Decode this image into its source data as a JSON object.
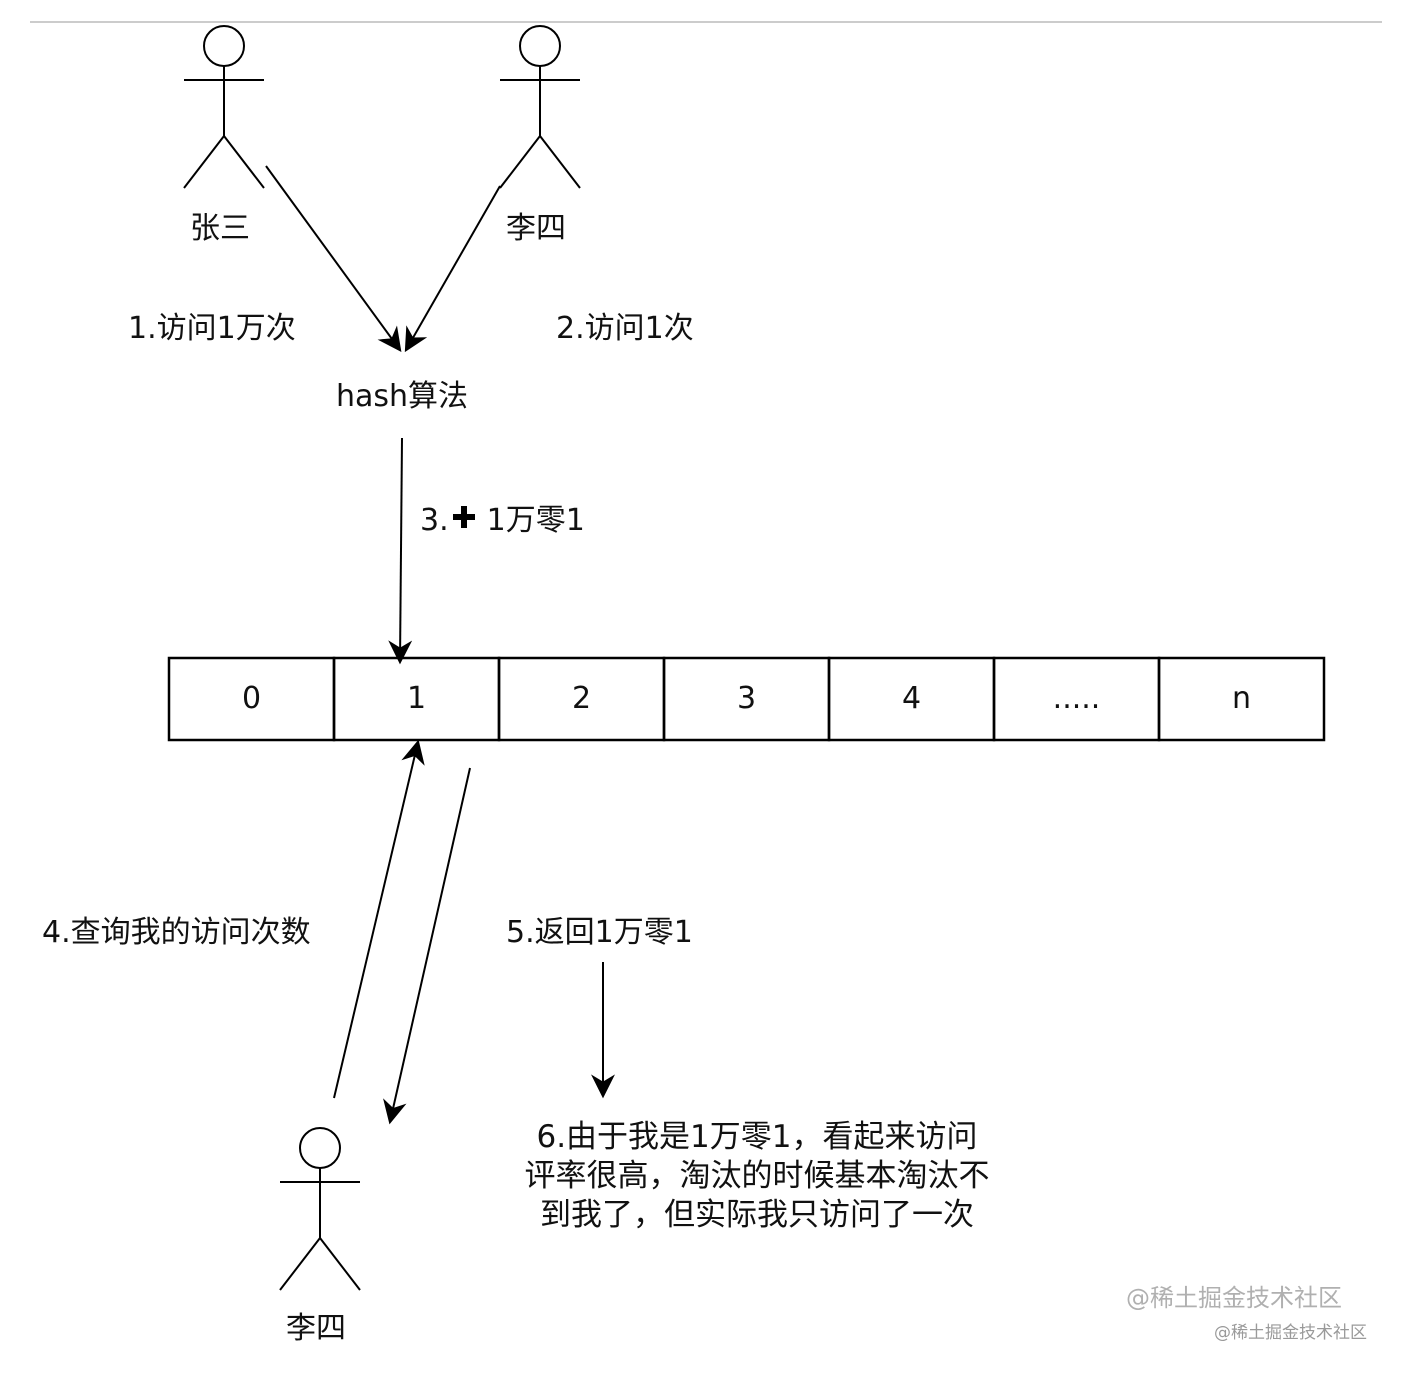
{
  "actors": {
    "zhangsan": "张三",
    "lisi_top": "李四",
    "lisi_bottom": "李四"
  },
  "steps": {
    "step1": "1.访问1万次",
    "step2": "2.访问1次",
    "hash": "hash算法",
    "step3_prefix": "3.",
    "step3_value": "1万零1",
    "step4": "4.查询我的访问次数",
    "step5": "5.返回1万零1",
    "step6": "6.由于我是1万零1，看起来访问评率很高，淘汰的时候基本淘汰不到我了，但实际我只访问了一次"
  },
  "array_cells": [
    "0",
    "1",
    "2",
    "3",
    "4",
    ".....",
    "n"
  ],
  "watermark": {
    "large": "@稀土掘金技术社区",
    "small": "@稀土掘金技术社区"
  },
  "colors": {
    "stroke": "#000000",
    "text": "#111111",
    "watermark": "#b0b0b0",
    "divider": "#cccccc"
  },
  "icons": {
    "actor": "stick-figure-icon",
    "plus": "plus-icon"
  }
}
